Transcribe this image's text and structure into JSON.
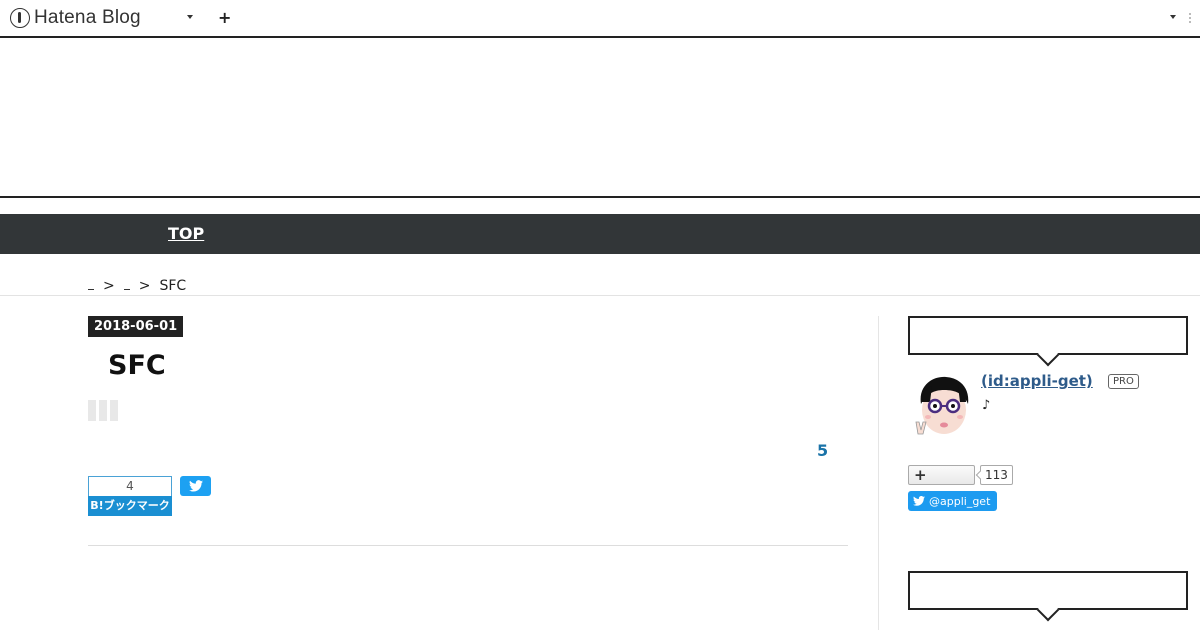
{
  "header": {
    "logo_text": "Hatena Blog",
    "plus_label": "+"
  },
  "nav": {
    "top_label": "TOP"
  },
  "breadcrumb": {
    "separator": ">",
    "current": "SFC"
  },
  "article": {
    "date": "2018-06-01",
    "title": "SFC",
    "comment_count": "5",
    "hatena_bookmark_count": "4",
    "hatena_bookmark_label": "B!ブックマーク"
  },
  "sidebar": {
    "profile": {
      "name": " (id:appli-get)",
      "pro_badge": "PRO",
      "description": "♪"
    },
    "subscribe": {
      "plus_label": "+",
      "count": "113"
    },
    "twitter": {
      "handle": "@appli_get"
    }
  },
  "colors": {
    "nav_bg": "#323638",
    "date_badge_bg": "#222222",
    "link": "#2e5b8a",
    "comment_count": "#1a73a8",
    "hatena_blue": "#1a8fd2",
    "twitter_blue": "#1da1f2"
  }
}
